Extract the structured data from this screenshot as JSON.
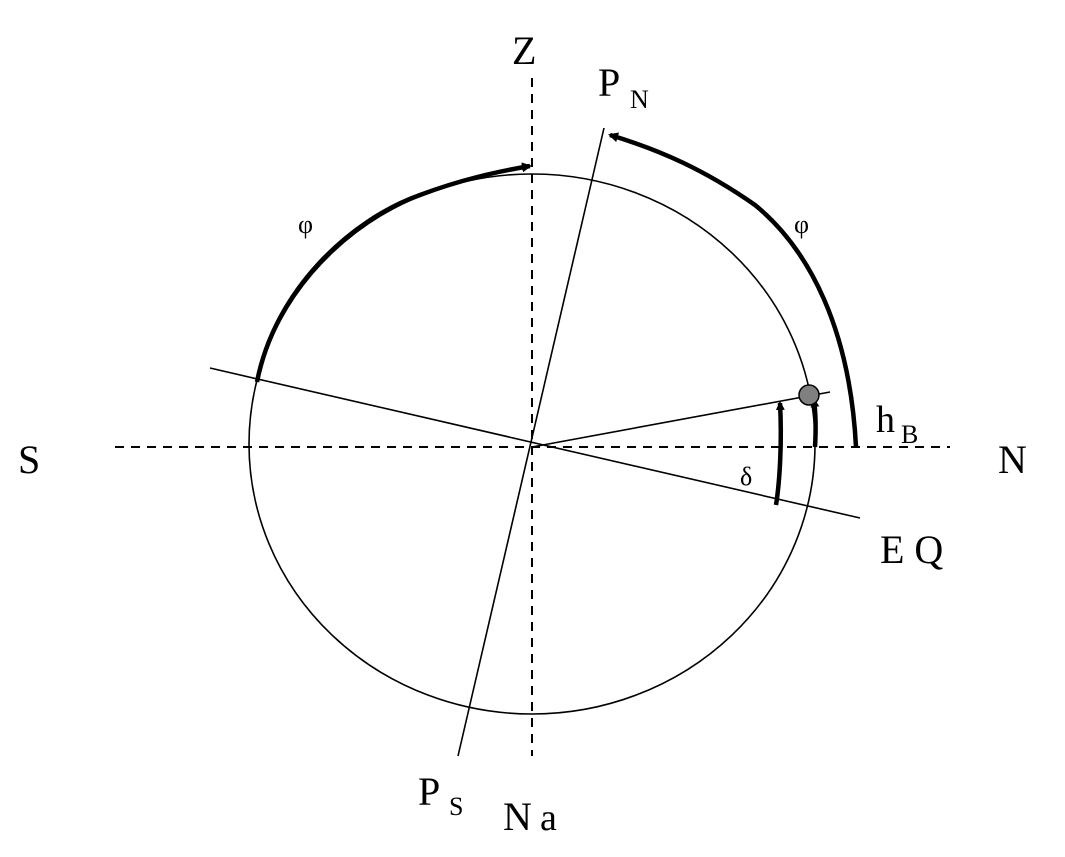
{
  "labels": {
    "zenith": "Z",
    "nadir_main": "N",
    "nadir_sub": "a",
    "north_pole_main": "P",
    "north_pole_sub": "N",
    "south_pole_main": "P",
    "south_pole_sub": "S",
    "south": "S",
    "north": "N",
    "equator": "E Q",
    "latitude_left": "φ",
    "latitude_right": "φ",
    "altitude_main": "h",
    "altitude_sub": "B",
    "declination": "δ"
  },
  "colors": {
    "line": "#000000",
    "star_fill": "#808080",
    "background": "#ffffff"
  }
}
